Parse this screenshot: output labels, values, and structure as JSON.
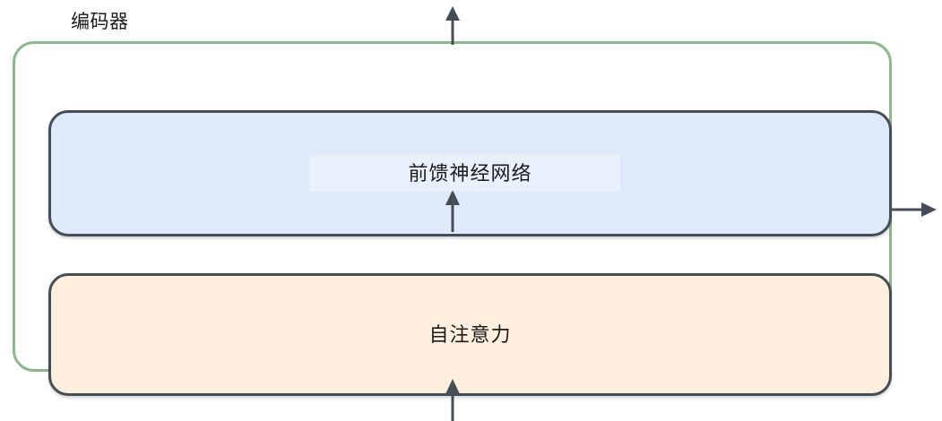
{
  "diagram": {
    "title": "编码器",
    "container": {
      "name": "encoder",
      "label": "编码器",
      "border_color": "#8cb98c",
      "fill_color": "#ffffff"
    },
    "blocks": [
      {
        "id": "feed-forward",
        "label": "前馈神经网络",
        "fill_color": "#deeafa",
        "border_color": "#454e57"
      },
      {
        "id": "self-attention",
        "label": "自注意力",
        "fill_color": "#fdeedd",
        "border_color": "#454e57"
      }
    ],
    "arrows": [
      {
        "id": "input-arrow",
        "icon": "arrow-up-icon",
        "direction": "up",
        "color": "#454e57"
      },
      {
        "id": "attention-to-ffn-arrow",
        "icon": "arrow-up-icon",
        "direction": "up",
        "color": "#454e57"
      },
      {
        "id": "output-arrow",
        "icon": "arrow-up-icon",
        "direction": "up",
        "color": "#454e57"
      },
      {
        "id": "side-output-arrow",
        "icon": "arrow-right-icon",
        "direction": "right",
        "color": "#454e57"
      }
    ]
  }
}
